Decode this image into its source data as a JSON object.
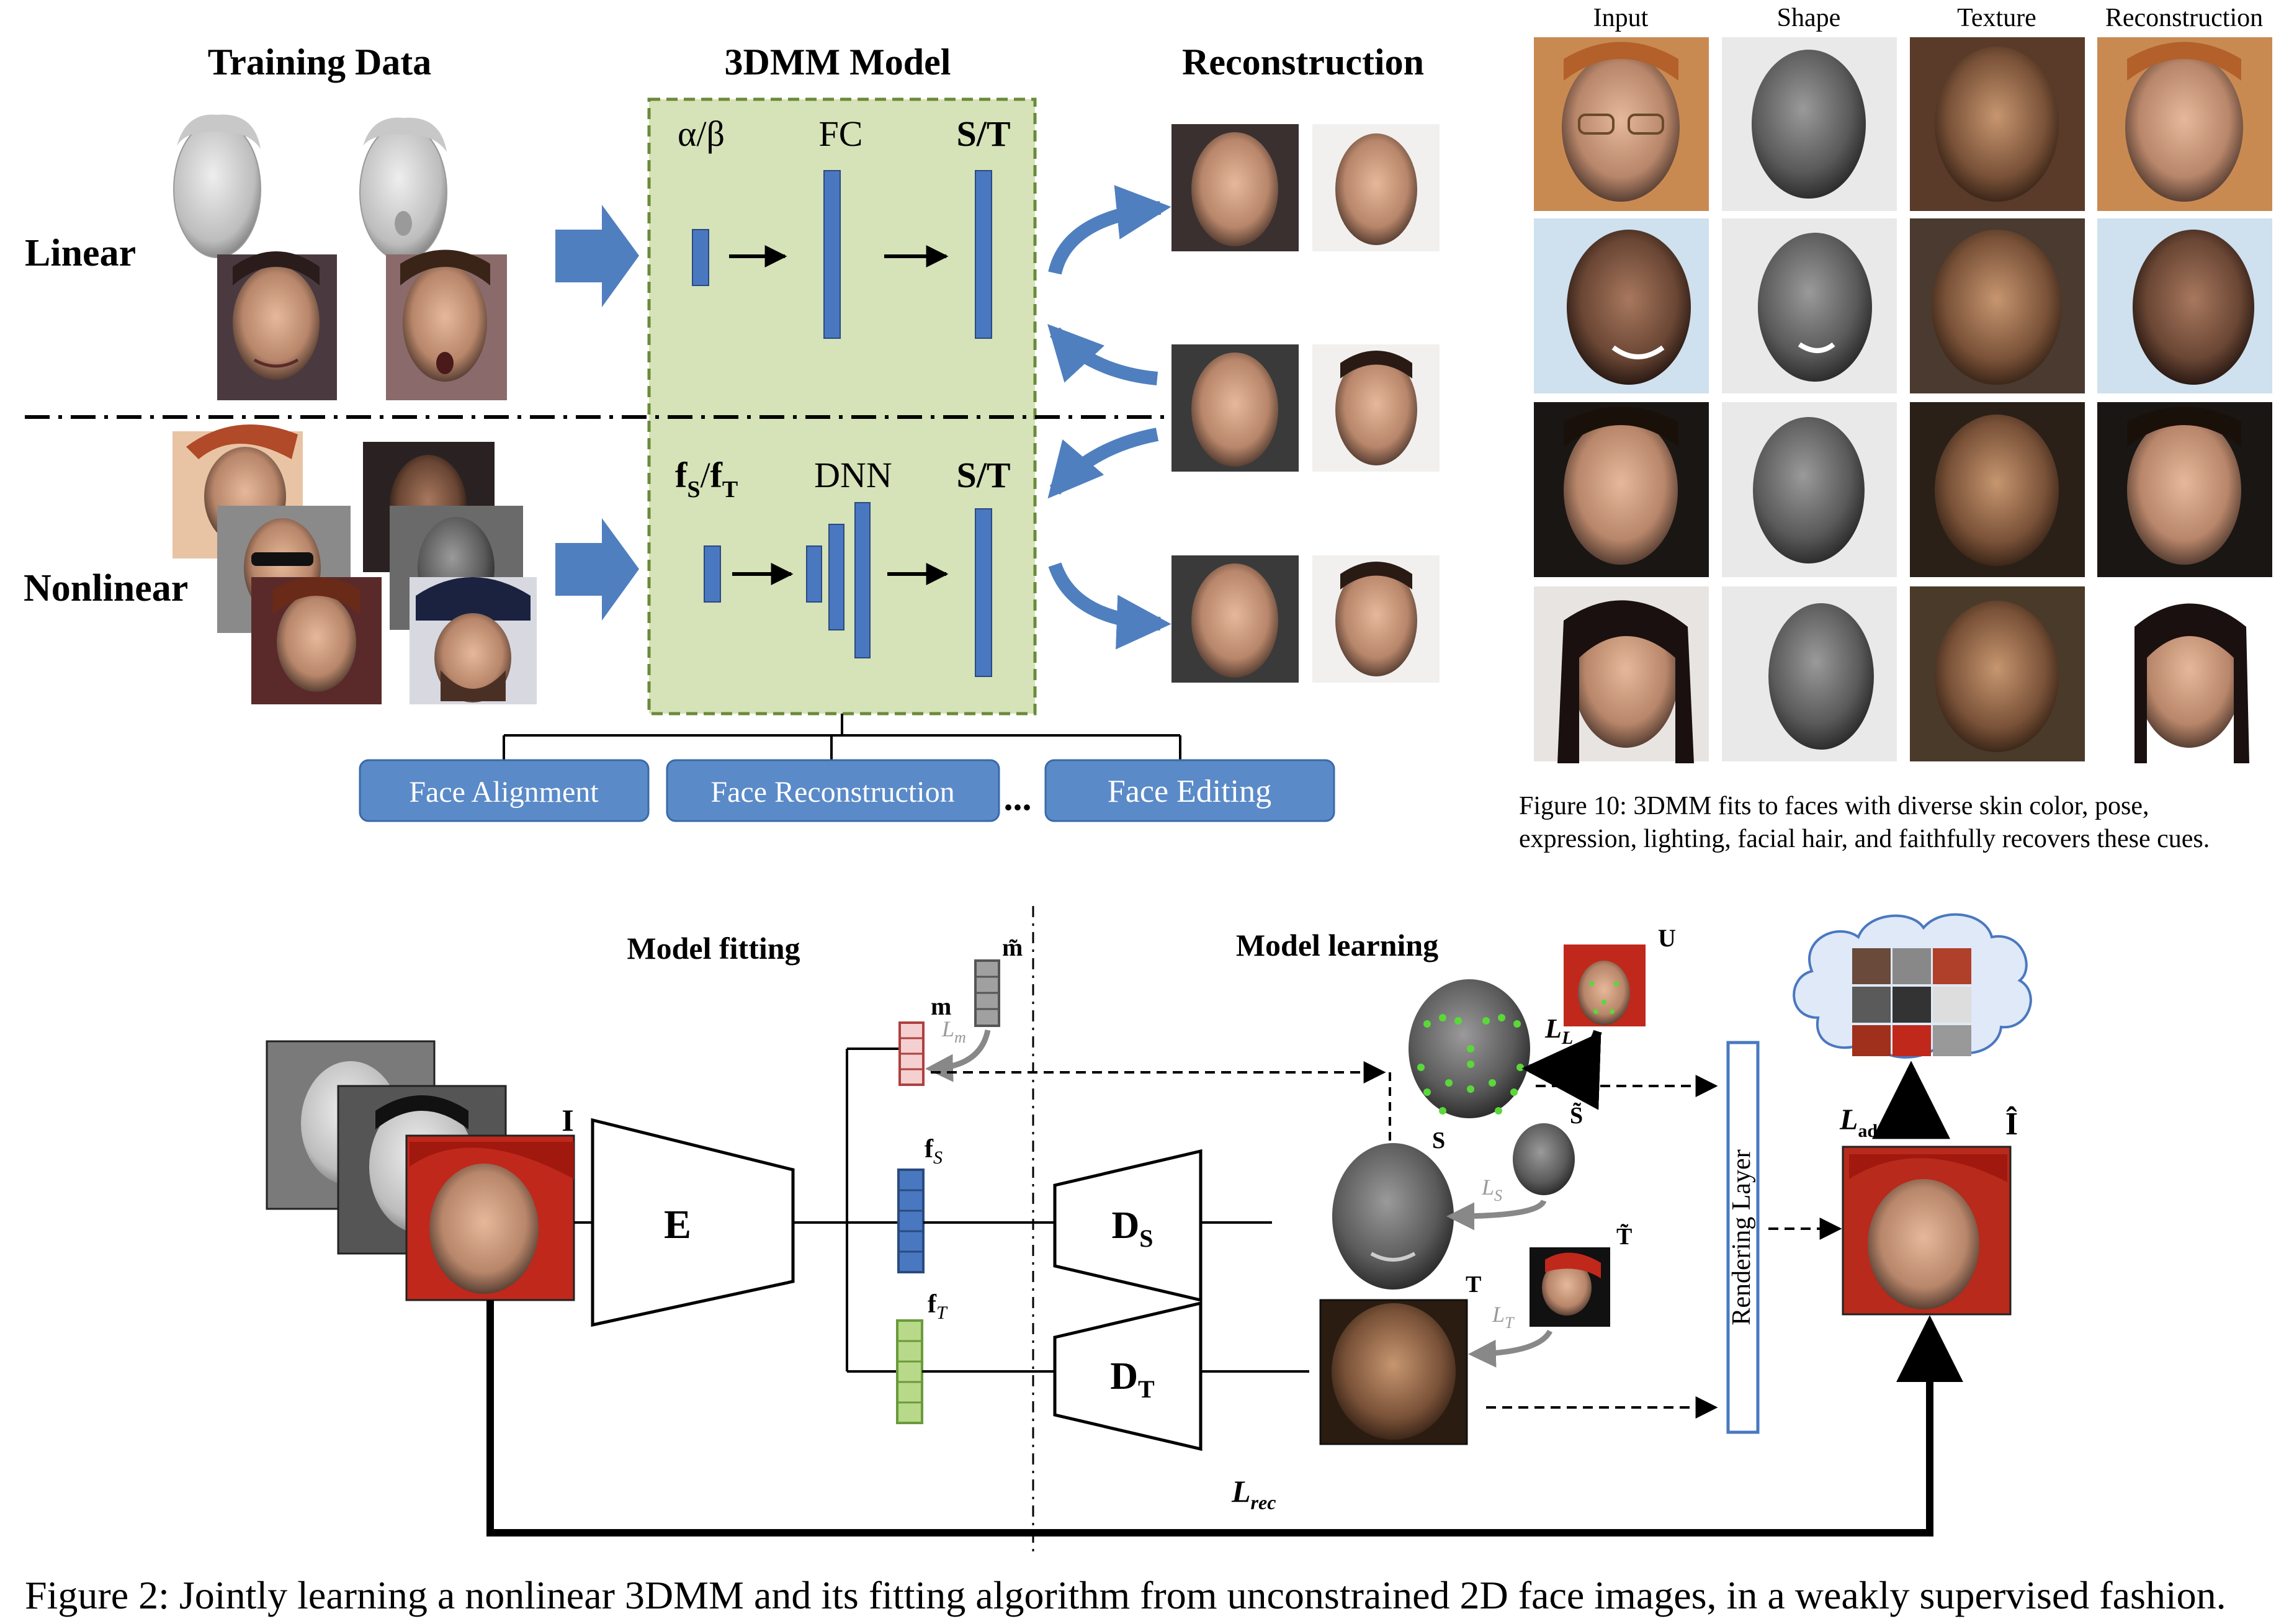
{
  "top": {
    "headers": {
      "training_data": "Training Data",
      "model": "3DMM Model",
      "reconstruction": "Reconstruction"
    },
    "rows": {
      "linear": "Linear",
      "nonlinear": "Nonlinear"
    },
    "linear_labels": {
      "alpha_beta": "α/β",
      "fc": "FC",
      "st": "S/T"
    },
    "nonlinear_labels": {
      "fs": "f",
      "fs_sub": "S",
      "slash": "/",
      "ft": "f",
      "ft_sub": "T",
      "dnn": "DNN",
      "st": "S/T"
    },
    "applications": [
      "Face Alignment",
      "Face Reconstruction",
      "Face Editing"
    ],
    "ellipsis": "..."
  },
  "fig10": {
    "columns": [
      "Input",
      "Shape",
      "Texture",
      "Reconstruction"
    ],
    "caption_line1": "Figure 10:  3DMM fits to faces with diverse skin color, pose,",
    "caption_line2": "expression, lighting, facial hair, and faithfully recovers these cues."
  },
  "bottom": {
    "model_fitting": "Model fitting",
    "model_learning": "Model learning",
    "encoder": "E",
    "decoder_s": "D",
    "decoder_s_sub": "S",
    "decoder_t": "D",
    "decoder_t_sub": "T",
    "input_label": "I",
    "m": "m",
    "m_tilde": "m̃",
    "l_m": "L",
    "l_m_sub": "m",
    "f_s": "f",
    "f_s_sub": "S",
    "f_t": "f",
    "f_t_sub": "T",
    "u": "U",
    "l_l": "L",
    "l_l_sub": "L",
    "s": "S",
    "s_tilde": "S̃",
    "l_s": "L",
    "l_s_sub": "S",
    "t": "T",
    "t_tilde": "T̃",
    "l_t": "L",
    "l_t_sub": "T",
    "rendering_layer": "Rendering Layer",
    "l_adv": "L",
    "l_adv_sub": "adv",
    "i_hat": "Î",
    "l_rec": "L",
    "l_rec_sub": "rec"
  },
  "caption": "Figure 2: Jointly learning a nonlinear 3DMM and its fitting algorithm from unconstrained 2D face images, in a weakly supervised fashion.",
  "colors": {
    "arrow_blue": "#4f7fbf",
    "panel_green": "#d6e2b8",
    "panel_border": "#6a8a3a",
    "bar_blue": "#4a78c0",
    "app_box": "#5a8ac8",
    "m_red": "#c87070",
    "m_gray": "#a0a0a0",
    "f_blue": "#4a78c0",
    "f_green": "#9cc063",
    "cloud_fill": "#dfe9f7"
  }
}
